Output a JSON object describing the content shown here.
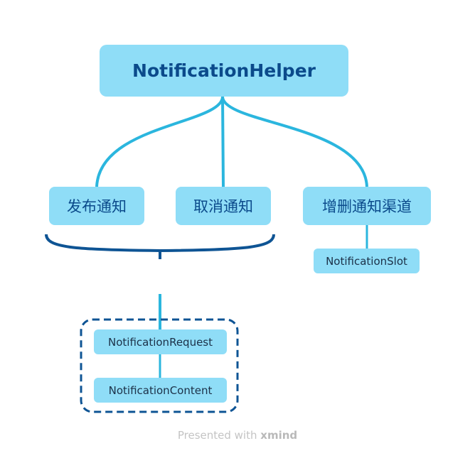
{
  "root": {
    "label": "NotificationHelper"
  },
  "branches": [
    {
      "label": "发布通知"
    },
    {
      "label": "取消通知"
    },
    {
      "label": "增删通知渠道",
      "children": [
        {
          "label": "NotificationSlot"
        }
      ]
    }
  ],
  "summary": {
    "items": [
      {
        "label": "NotificationRequest"
      },
      {
        "label": "NotificationContent"
      }
    ]
  },
  "footer": {
    "prefix": "Presented with",
    "brand": "xmind"
  },
  "colors": {
    "node_fill": "#8fddf7",
    "connector": "#2bb6de",
    "summary": "#0e5494",
    "text": "#0b4a8b"
  }
}
